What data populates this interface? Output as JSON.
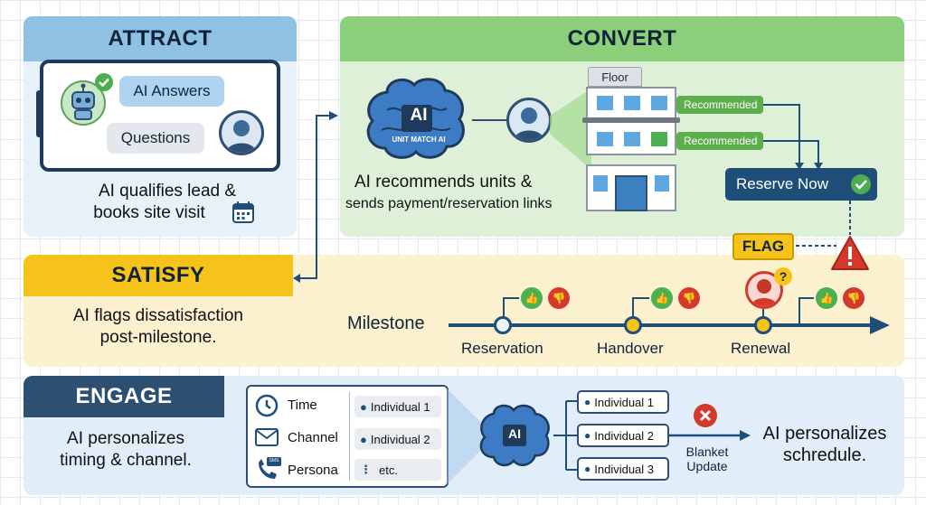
{
  "attract": {
    "title": "ATTRACT",
    "bubble_ai": "AI Answers",
    "bubble_user": "Questions",
    "desc_line1": "AI qualifies lead &",
    "desc_line2": "books site visit"
  },
  "convert": {
    "title": "CONVERT",
    "brain_label": "AI",
    "brain_sublabel": "UNIT MATCH AI",
    "floor_label": "Floor",
    "recommended_1": "Recommended",
    "recommended_2": "Recommended",
    "desc_line1": "AI recommends units &",
    "desc_line2": "sends payment/reservation links",
    "reserve_button": "Reserve Now"
  },
  "satisfy": {
    "title": "SATISFY",
    "flag_label": "FLAG",
    "desc_line1": "AI flags dissatisfaction",
    "desc_line2": "post-milestone.",
    "timeline_label": "Milestone",
    "milestones": [
      "Reservation",
      "Handover",
      "Renewal"
    ]
  },
  "engage": {
    "title": "ENGAGE",
    "desc_line1": "AI personalizes",
    "desc_line2": "timing & channel.",
    "factors": [
      "Time",
      "Channel",
      "Persona"
    ],
    "sms_label": "SMS",
    "individuals_left": [
      "Individual 1",
      "Individual 2",
      "etc."
    ],
    "brain_label": "AI",
    "individuals_right": [
      "Individual 1",
      "Individual 2",
      "Individual 3"
    ],
    "blanket_line1": "Blanket",
    "blanket_line2": "Update",
    "result_line1": "AI personalizes",
    "result_line2": "schredule."
  },
  "colors": {
    "attract_bg": "#e6f1fa",
    "attract_header": "#8fc1e3",
    "convert_bg": "#dff0d8",
    "convert_header": "#8ccf7a",
    "satisfy_bg": "#fcf1cf",
    "satisfy_header": "#f5c319",
    "engage_bg": "#e1edf8",
    "engage_header": "#2d4f72",
    "navy": "#1f4e79",
    "green": "#5fae4e",
    "red": "#d33a2c"
  }
}
